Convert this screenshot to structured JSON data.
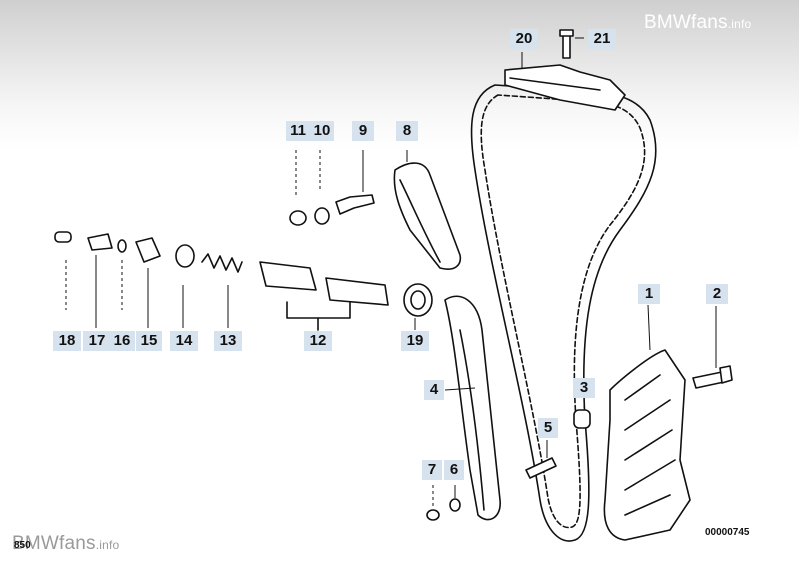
{
  "watermark": {
    "brand": "BMWfans",
    "suffix": ".info"
  },
  "diagram_code": "00000745",
  "page_code": "850",
  "callouts": [
    "20",
    "21",
    "11",
    "10",
    "9",
    "8",
    "1",
    "2",
    "18",
    "17",
    "16",
    "15",
    "14",
    "13",
    "12",
    "19",
    "4",
    "3",
    "5",
    "7",
    "6"
  ]
}
